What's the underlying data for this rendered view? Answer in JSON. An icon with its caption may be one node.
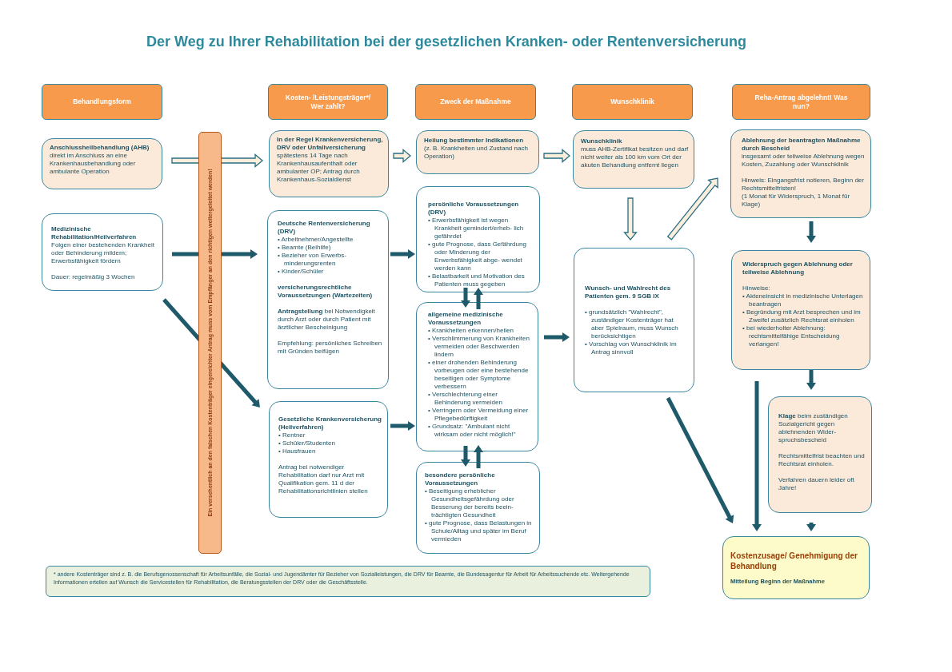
{
  "diagram": {
    "title": "Der Weg zu Ihrer Rehabilitation bei der gesetzlichen Kranken- oder Rentenversicherung",
    "nodes": [
      {
        "text": [
          "Behandlungsform"
        ]
      },
      {
        "text": [
          "Kosten- /Leistungsträger*/ Wer zahlt?"
        ]
      },
      {
        "text": [
          "Zweck der Maßnahme"
        ]
      },
      {
        "text": [
          "Wunschklinik"
        ]
      },
      {
        "text": [
          "Reha-Antrag abgelehnt! Was nun?"
        ]
      },
      {
        "text": [
          "Anschlussheilbehandlung (AHB)",
          "direkt im Anschluss an eine Krankenhausbehandlung oder ambulante Operation"
        ]
      },
      {
        "text": [
          "Medizinische Rehabilitation/Heilverfahren",
          "Folgen einer bestehenden Krankheit oder Behinderung mildern; Erwerbsfähigkeit fördern",
          "Dauer: regelmäßig 3 Wochen"
        ]
      },
      {
        "text": [
          "Ein versehentlich an den falschen Kostenträger eingereichter Antrag muss vom Empfänger an den richtigen weitergeleitet werden!"
        ]
      },
      {
        "text": [
          "In der Regel Krankenversicherung, DRV oder Unfallversicherung",
          "spätestens 14 Tage nach Krankenhausaufenthalt oder ambulanter OP; Antrag durch Krankenhaus-Sozialdienst"
        ]
      },
      {
        "text": [
          "Deutsche Rentenversicherung (DRV)",
          "• Arbeitnehmer/Angestellte",
          "• Beamte (Beihilfe)",
          "• Bezieher von Erwerbs- minderungsrenten",
          "• Kinder/Schüler",
          "versicherungsrechtliche Voraussetzungen (Wartezeiten)",
          "**Antragstellung** bei Notwendigkeit durch Arzt oder durch Patient mit ärztlicher Bescheinigung",
          "Empfehlung: persönliches Schreiben mit Gründen beifügen"
        ]
      },
      {
        "text": [
          "Gesetzliche Krankenversicherung (Heilverfahren)",
          "• Rentner",
          "• Schüler/Studenten",
          "• Hausfrauen",
          "Antrag bei notwendiger Rehabilitation darf nur Arzt mit Qualifikation gem. 11 d der Rehabilitationsrichtlinien stellen"
        ]
      },
      {
        "text": [
          "Heilung bestimmter Indikationen",
          "(z. B. Krankheiten und Zustand nach Operation)"
        ]
      },
      {
        "text": [
          "persönliche Voraussetzungen (DRV)",
          "• Erwerbsfähigkeit ist wegen Krankheit gemindert/erheb- lich gefährdet",
          "• gute Prognose, dass Gefährdung oder Minderung der Erwerbsfähigkeit abge- wendet werden kann",
          "• Belastbarkeit und Motivation des Patienten muss gegeben"
        ]
      },
      {
        "text": [
          "allgemeine medizinische Voraussetzungen",
          "• Krankheiten erkennen/heilen",
          "• Verschlimmerung von Krankheiten vermeiden oder Beschwerden lindern",
          "• einer drohenden Behinderung vorbeugen oder eine bestehende beseitigen oder Symptome verbessern",
          "• Verschlechterung einer Behinderung vermeiden",
          "• Verringern oder Vermeidung einer Pflegebedürftigkeit",
          "• Grundsatz: \"Ambulant nicht wirksam oder nicht möglich!\""
        ]
      },
      {
        "text": [
          "besondere persönliche Voraussetzungen",
          "• Beseitigung erheblicher Gesundheitsgefährdung oder Besserung der bereits beein- trächtigten Gesundheit",
          "• gute Prognose, dass Belastungen in Schule/Alltag und später im Beruf vermieden"
        ]
      },
      {
        "text": [
          "Wunschklinik",
          "muss AHB-Zertifikat besitzen und darf nicht weiter als 100 km vom Ort der akuten Behandlung entfernt liegen"
        ]
      },
      {
        "text": [
          "Wunsch- und Wahlrecht des Patienten gem. 9 SGB IX",
          "• grundsätzlich \"Wahlrecht\", zuständiger Kostenträger hat aber Spielraum, muss Wunsch berücksichtigen",
          "• Vorschlag von Wunschklinik im Antrag sinnvoll"
        ]
      },
      {
        "text": [
          "Ablehnung der beantragten Maßnahme durch Bescheid",
          "insgesamt oder teilweise Ablehnung wegen Kosten, Zuzahlung oder Wunschklinik",
          "Hinweis: Eingangsfrist notieren, Beginn der Rechtsmittelfristen!",
          "(1 Monat für Widerspruch, 1 Monat für Klage)"
        ]
      },
      {
        "text": [
          "Widerspruch gegen Ablehnung oder teilweise Ablehnung",
          "Hinweise:",
          "• Akteneinsicht in medizinische Unterlagen beantragen",
          "• Begründung mit Arzt besprechen und im Zweifel zusätzlich Rechtsrat einholen",
          "• bei wiederholter Ablehnung: rechtsmittelfähige Entscheidung verlangen!"
        ]
      },
      {
        "text": [
          "**Klage** beim zuständigen Sozialgericht gegen ablehnenden Wider- spruchsbescheid",
          "Rechtsmittelfrist beachten und Rechtsrat einholen.",
          "Verfahren dauern leider oft Jahre!"
        ]
      },
      {
        "text": [
          "Kostenzusage/ Genehmigung der Behandlung",
          "Mitteilung Beginn der Maßnahme"
        ]
      },
      {
        "text": [
          "* andere Kostenträger sind z. B. die Berufsgenossenschaft für Arbeitsunfälle, die Sozial- und Jugendämter für Bezieher von Sozialleistungen, die DRV für Beamte, die Bundesagentur für Arbeit für Arbeitssuchende etc. Weitergehende Informationen erteilen auf Wunsch die Servicestellen für Rehabilitation, die Beratungsstellen der DRV oder die Geschäftsstelle."
        ]
      }
    ],
    "edges": [
      {
        "from": 5,
        "to": 8,
        "arrow": "to",
        "color": "#fbeedd"
      },
      {
        "from": 8,
        "to": 11,
        "arrow": "to",
        "color": "#fbeedd"
      },
      {
        "from": 11,
        "to": 15,
        "arrow": "to",
        "color": "#fbeedd"
      },
      {
        "from": 15,
        "to": 16,
        "arrow": "to",
        "color": "#fbeedd"
      },
      {
        "from": 16,
        "to": 17,
        "arrow": "to",
        "color": "#fbeedd"
      },
      {
        "from": 6,
        "to": 9,
        "arrow": "to"
      },
      {
        "from": 6,
        "to": 10,
        "arrow": "to"
      },
      {
        "from": 9,
        "to": 12,
        "arrow": "to"
      },
      {
        "from": 10,
        "to": 13,
        "arrow": "to"
      },
      {
        "from": 12,
        "to": 13,
        "arrow": "to"
      },
      {
        "from": 13,
        "to": 12,
        "arrow": "to"
      },
      {
        "from": 13,
        "to": 14,
        "arrow": "to"
      },
      {
        "from": 14,
        "to": 13,
        "arrow": "to"
      },
      {
        "from": 13,
        "to": 16,
        "arrow": "to"
      },
      {
        "from": 17,
        "to": 18,
        "arrow": "to"
      },
      {
        "from": 18,
        "to": 19,
        "arrow": "to"
      },
      {
        "from": 19,
        "to": 20,
        "arrow": "to"
      },
      {
        "from": 16,
        "to": 20,
        "arrow": "to"
      },
      {
        "from": 18,
        "to": 20,
        "arrow": "to"
      }
    ]
  }
}
